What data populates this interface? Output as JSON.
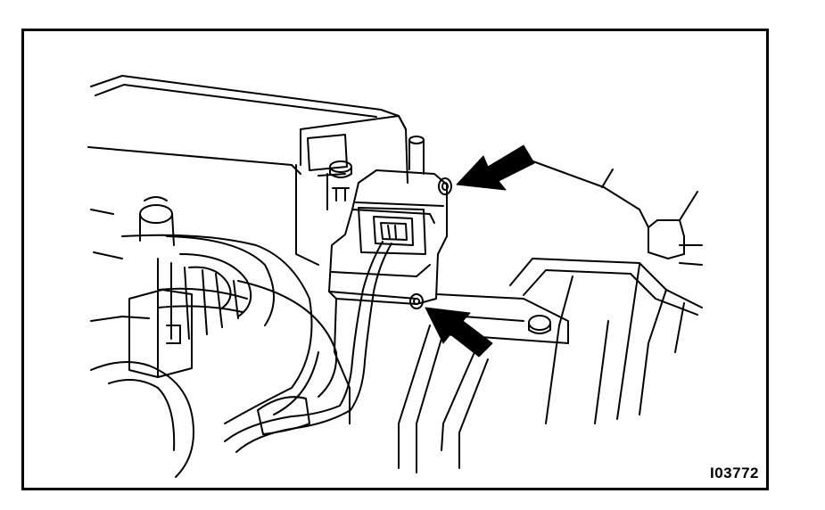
{
  "figure": {
    "code": "I03772"
  },
  "colors": {
    "line": "#000000",
    "background": "#ffffff"
  },
  "callouts": [
    {
      "icon": "arrow-icon",
      "points_to": "upper-mounting-screw"
    },
    {
      "icon": "arrow-icon",
      "points_to": "lower-mounting-screw"
    }
  ]
}
